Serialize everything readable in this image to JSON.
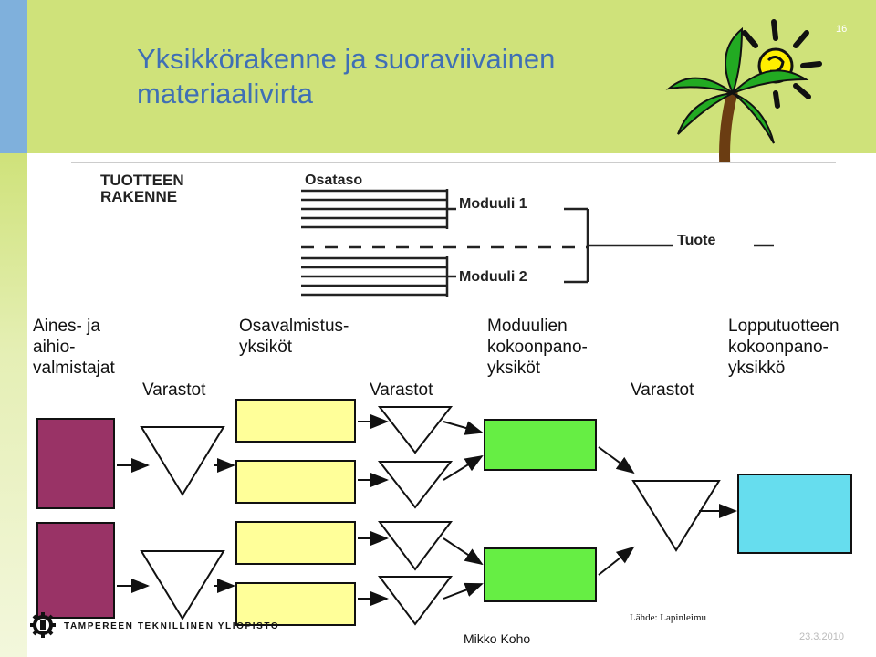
{
  "slide": {
    "title_line1": "Yksikkörakenne ja suoraviivainen",
    "title_line2": "materiaalivirta",
    "page_number": "16"
  },
  "product_structure": {
    "heading_line1": "TUOTTEEN",
    "heading_line2": "RAKENNE",
    "level_label": "Osataso",
    "module1": "Moduuli 1",
    "module2": "Moduuli 2",
    "product": "Tuote"
  },
  "columns": {
    "raw_material": [
      "Aines- ja",
      "aihio-",
      "valmistajat"
    ],
    "subassembly": [
      "Osavalmistus-",
      "yksiköt"
    ],
    "module_assembly": [
      "Moduulien",
      "kokoonpano-",
      "yksiköt"
    ],
    "final_assembly": [
      "Lopputuotteen",
      "kokoonpano-",
      "yksikkö"
    ],
    "storage1": "Varastot",
    "storage2": "Varastot",
    "storage3": "Varastot"
  },
  "colors": {
    "header_band": "#cfe27a",
    "raw_material_unit": "#993366",
    "subassembly_unit": "#ffff99",
    "module_unit": "#66ee44",
    "final_unit": "#66ddee",
    "title": "#3f6fb5"
  },
  "icons": [
    "island-palm-sun-icon",
    "university-gear-logo-icon",
    "storage-triangle-icon",
    "arrow-icon"
  ],
  "footer": {
    "university": "TAMPEREEN TEKNILLINEN YLIOPISTO",
    "author": "Mikko Koho",
    "source": "Lähde: Lapinleimu",
    "date": "23.3.2010"
  }
}
